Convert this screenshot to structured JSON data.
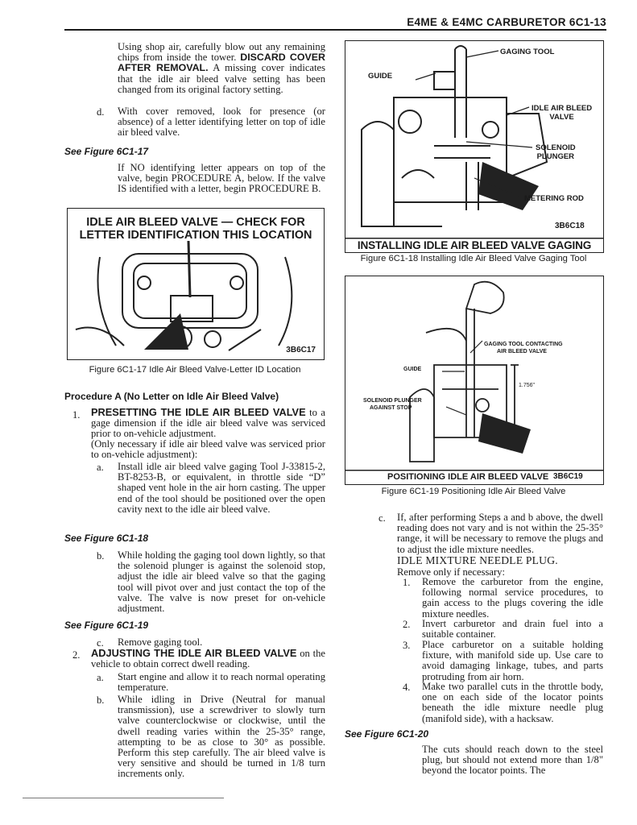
{
  "header": {
    "title": "E4ME & E4MC CARBURETOR  6C1-13"
  },
  "left": {
    "intro": "Using shop air, carefully blow out any remaining chips from inside the tower.",
    "intro_bold": "DISCARD COVER AFTER REMOVAL.",
    "intro_rest": "A missing cover indicates that the idle air bleed valve setting has been changed from its original factory setting.",
    "d_marker": "d.",
    "d_text": "With cover removed, look for presence (or absence) of a letter identifying letter on top of idle air bleed valve.",
    "see_fig_17": "See Figure 6C1-17",
    "if_text": "If NO identifying letter appears on top of the valve, begin PROCEDURE A, below. If the valve IS identified with a letter, begin PROCEDURE B.",
    "fig17": {
      "title_line1": "IDLE AIR BLEED VALVE  — CHECK FOR",
      "title_line2": "LETTER IDENTIFICATION THIS LOCATION",
      "code": "3B6C17",
      "caption": "Figure 6C1-17 Idle Air Bleed Valve-Letter ID Location"
    },
    "proc_a_heading": "Procedure A (No Letter on Idle Air Bleed Valve)",
    "step1_marker": "1.",
    "step1_bold": "PRESETTING THE IDLE AIR BLEED VALVE",
    "step1_rest": "to a gage dimension if the idle air bleed valve was serviced prior to on-vehicle adjustment.",
    "step1_note": "(Only necessary if idle air bleed valve was serviced prior to on-vehicle adjustment):",
    "a_marker": "a.",
    "a_text": "Install idle air bleed valve gaging Tool J-33815-2, BT-8253-B, or equivalent, in throttle side “D” shaped vent hole in the air horn casting. The upper end of the tool should be positioned over the open cavity next to the idle air bleed valve.",
    "see_fig_18": "See Figure 6C1-18",
    "b_marker": "b.",
    "b_text": "While holding the gaging tool down lightly, so that the solenoid plunger is against the solenoid stop, adjust the idle air bleed valve so that the gaging tool will pivot over and just contact the top of the valve. The valve is now preset for on-vehicle adjustment.",
    "see_fig_19": "See Figure 6C1-19",
    "c_marker": "c.",
    "c_text": "Remove gaging tool.",
    "step2_marker": "2.",
    "step2_bold": "ADJUSTING THE IDLE AIR BLEED VALVE",
    "step2_rest": "on the vehicle to obtain correct dwell reading.",
    "a2_marker": "a.",
    "a2_text": "Start engine and allow it to reach normal operating temperature.",
    "b2_marker": "b.",
    "b2_text": "While idling in Drive (Neutral for manual transmission), use a screwdriver to slowly turn valve counterclockwise or clockwise, until the dwell reading varies within the 25-35° range, attempting to be as close to 30° as possible. Perform this step carefully. The air bleed valve is very sensitive and should be turned in 1/8 turn increments only."
  },
  "right": {
    "fig18": {
      "gaging_tool": "GAGING TOOL",
      "guide": "GUIDE",
      "idle_air_bleed_1": "IDLE AIR BLEED",
      "idle_air_bleed_2": "VALVE",
      "solenoid_1": "SOLENOID",
      "solenoid_2": "PLUNGER",
      "metering_rod": "METERING ROD",
      "code": "3B6C18",
      "banner": "INSTALLING IDLE AIR BLEED VALVE GAGING TOOL",
      "caption": "Figure 6C1-18 Installing Idle Air Bleed Valve Gaging Tool"
    },
    "fig19": {
      "contact_1": "GAGING TOOL CONTACTING",
      "contact_2": "AIR BLEED VALVE",
      "guide": "GUIDE",
      "dimension": "1.756\"",
      "solenoid_1": "SOLENOID PLUNGER",
      "solenoid_2": "AGAINST STOP",
      "banner": "POSITIONING IDLE AIR BLEED VALVE",
      "code": "3B6C19",
      "caption": "Figure 6C1-19 Positioning Idle Air Bleed Valve"
    },
    "c_marker": "c.",
    "c_text": "If, after performing Steps a and b above, the dwell reading does not vary and is not within the 25-35° range, it will be necessary to remove the plugs and to adjust the idle mixture needles.",
    "plug_heading": "IDLE MIXTURE NEEDLE PLUG.",
    "remove_only": "Remove only if necessary:",
    "items": [
      {
        "n": "1.",
        "text": "Remove the carburetor from the engine, following normal service procedures, to gain access to the plugs covering the idle mixture needles."
      },
      {
        "n": "2.",
        "text": "Invert carburetor and drain fuel into a suitable container."
      },
      {
        "n": "3.",
        "text": "Place carburetor on a suitable holding fixture, with manifold side up. Use care to avoid damaging linkage, tubes, and parts protruding from air horn."
      },
      {
        "n": "4.",
        "text": "Make two parallel cuts in the throttle body, one on each side of the locator points beneath the idle mixture needle plug (manifold side), with a hacksaw."
      }
    ],
    "see_fig_20": "See Figure 6C1-20",
    "final_text": "The cuts should reach down to the steel plug, but should not extend more than 1/8\" beyond the locator points. The"
  }
}
